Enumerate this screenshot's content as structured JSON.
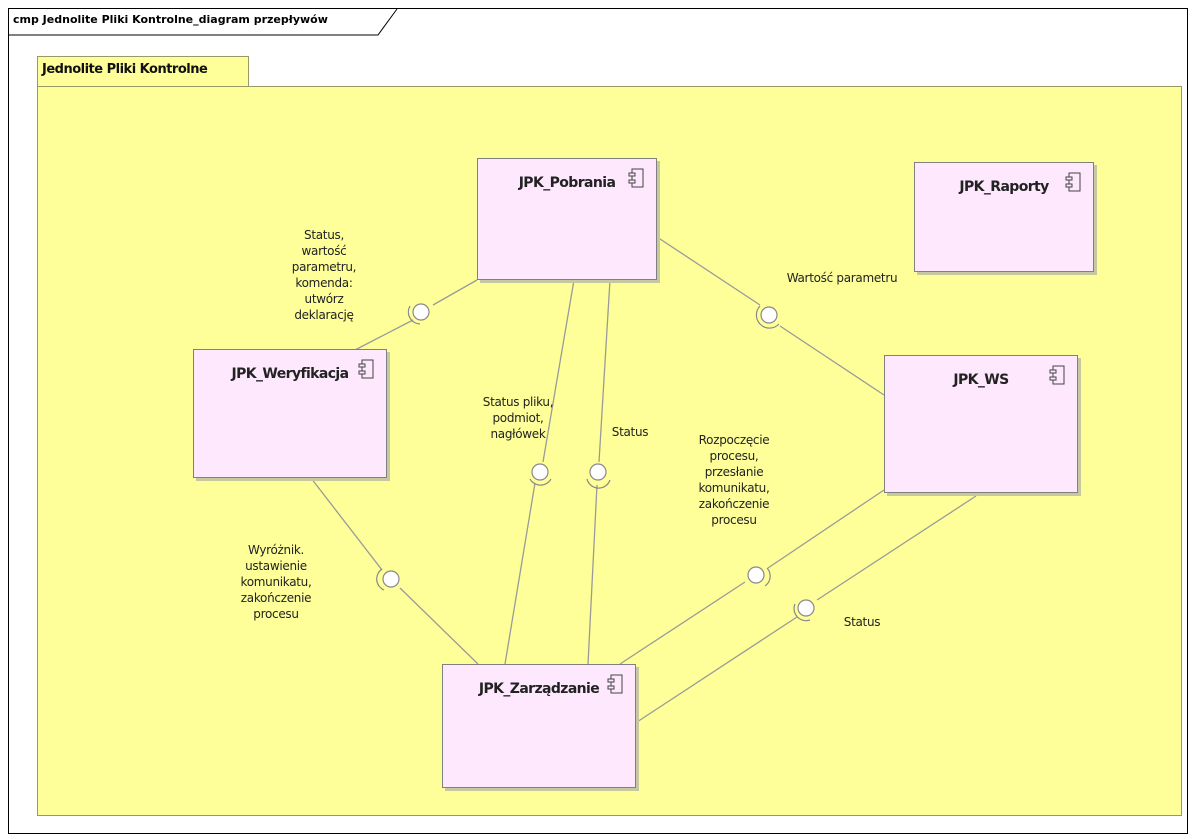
{
  "diagram": {
    "title": "cmp Jednolite Pliki Kontrolne_diagram przepływów",
    "package": "Jednolite Pliki Kontrolne"
  },
  "components": {
    "pobrania": "JPK_Pobrania",
    "raporty": "JPK_Raporty",
    "weryfikacja": "JPK_Weryfikacja",
    "ws": "JPK_WS",
    "zarzadzanie": "JPK_Zarządzanie"
  },
  "labels": {
    "pobrania_weryfikacja": [
      "Status,",
      "wartość",
      "parametru,",
      "komenda:",
      "utwórz",
      "deklarację"
    ],
    "pobrania_ws": [
      "Wartość parametru"
    ],
    "status_pliku": [
      "Status pliku,",
      "podmiot,",
      "nagłówek"
    ],
    "status_mid": [
      "Status"
    ],
    "ws_zarzadzanie": [
      "Rozpoczęcie",
      "procesu,",
      "przesłanie",
      "komunikatu,",
      "zakończenie",
      "procesu"
    ],
    "weryfikacja_zarzadzanie": [
      "Wyróżnik.",
      "ustawienie",
      "komunikatu,",
      "zakończenie",
      "procesu"
    ],
    "status_right": [
      "Status"
    ]
  },
  "colors": {
    "package_fill": "#ffff99",
    "component_fill": "#fde8fd",
    "line": "#999999"
  }
}
